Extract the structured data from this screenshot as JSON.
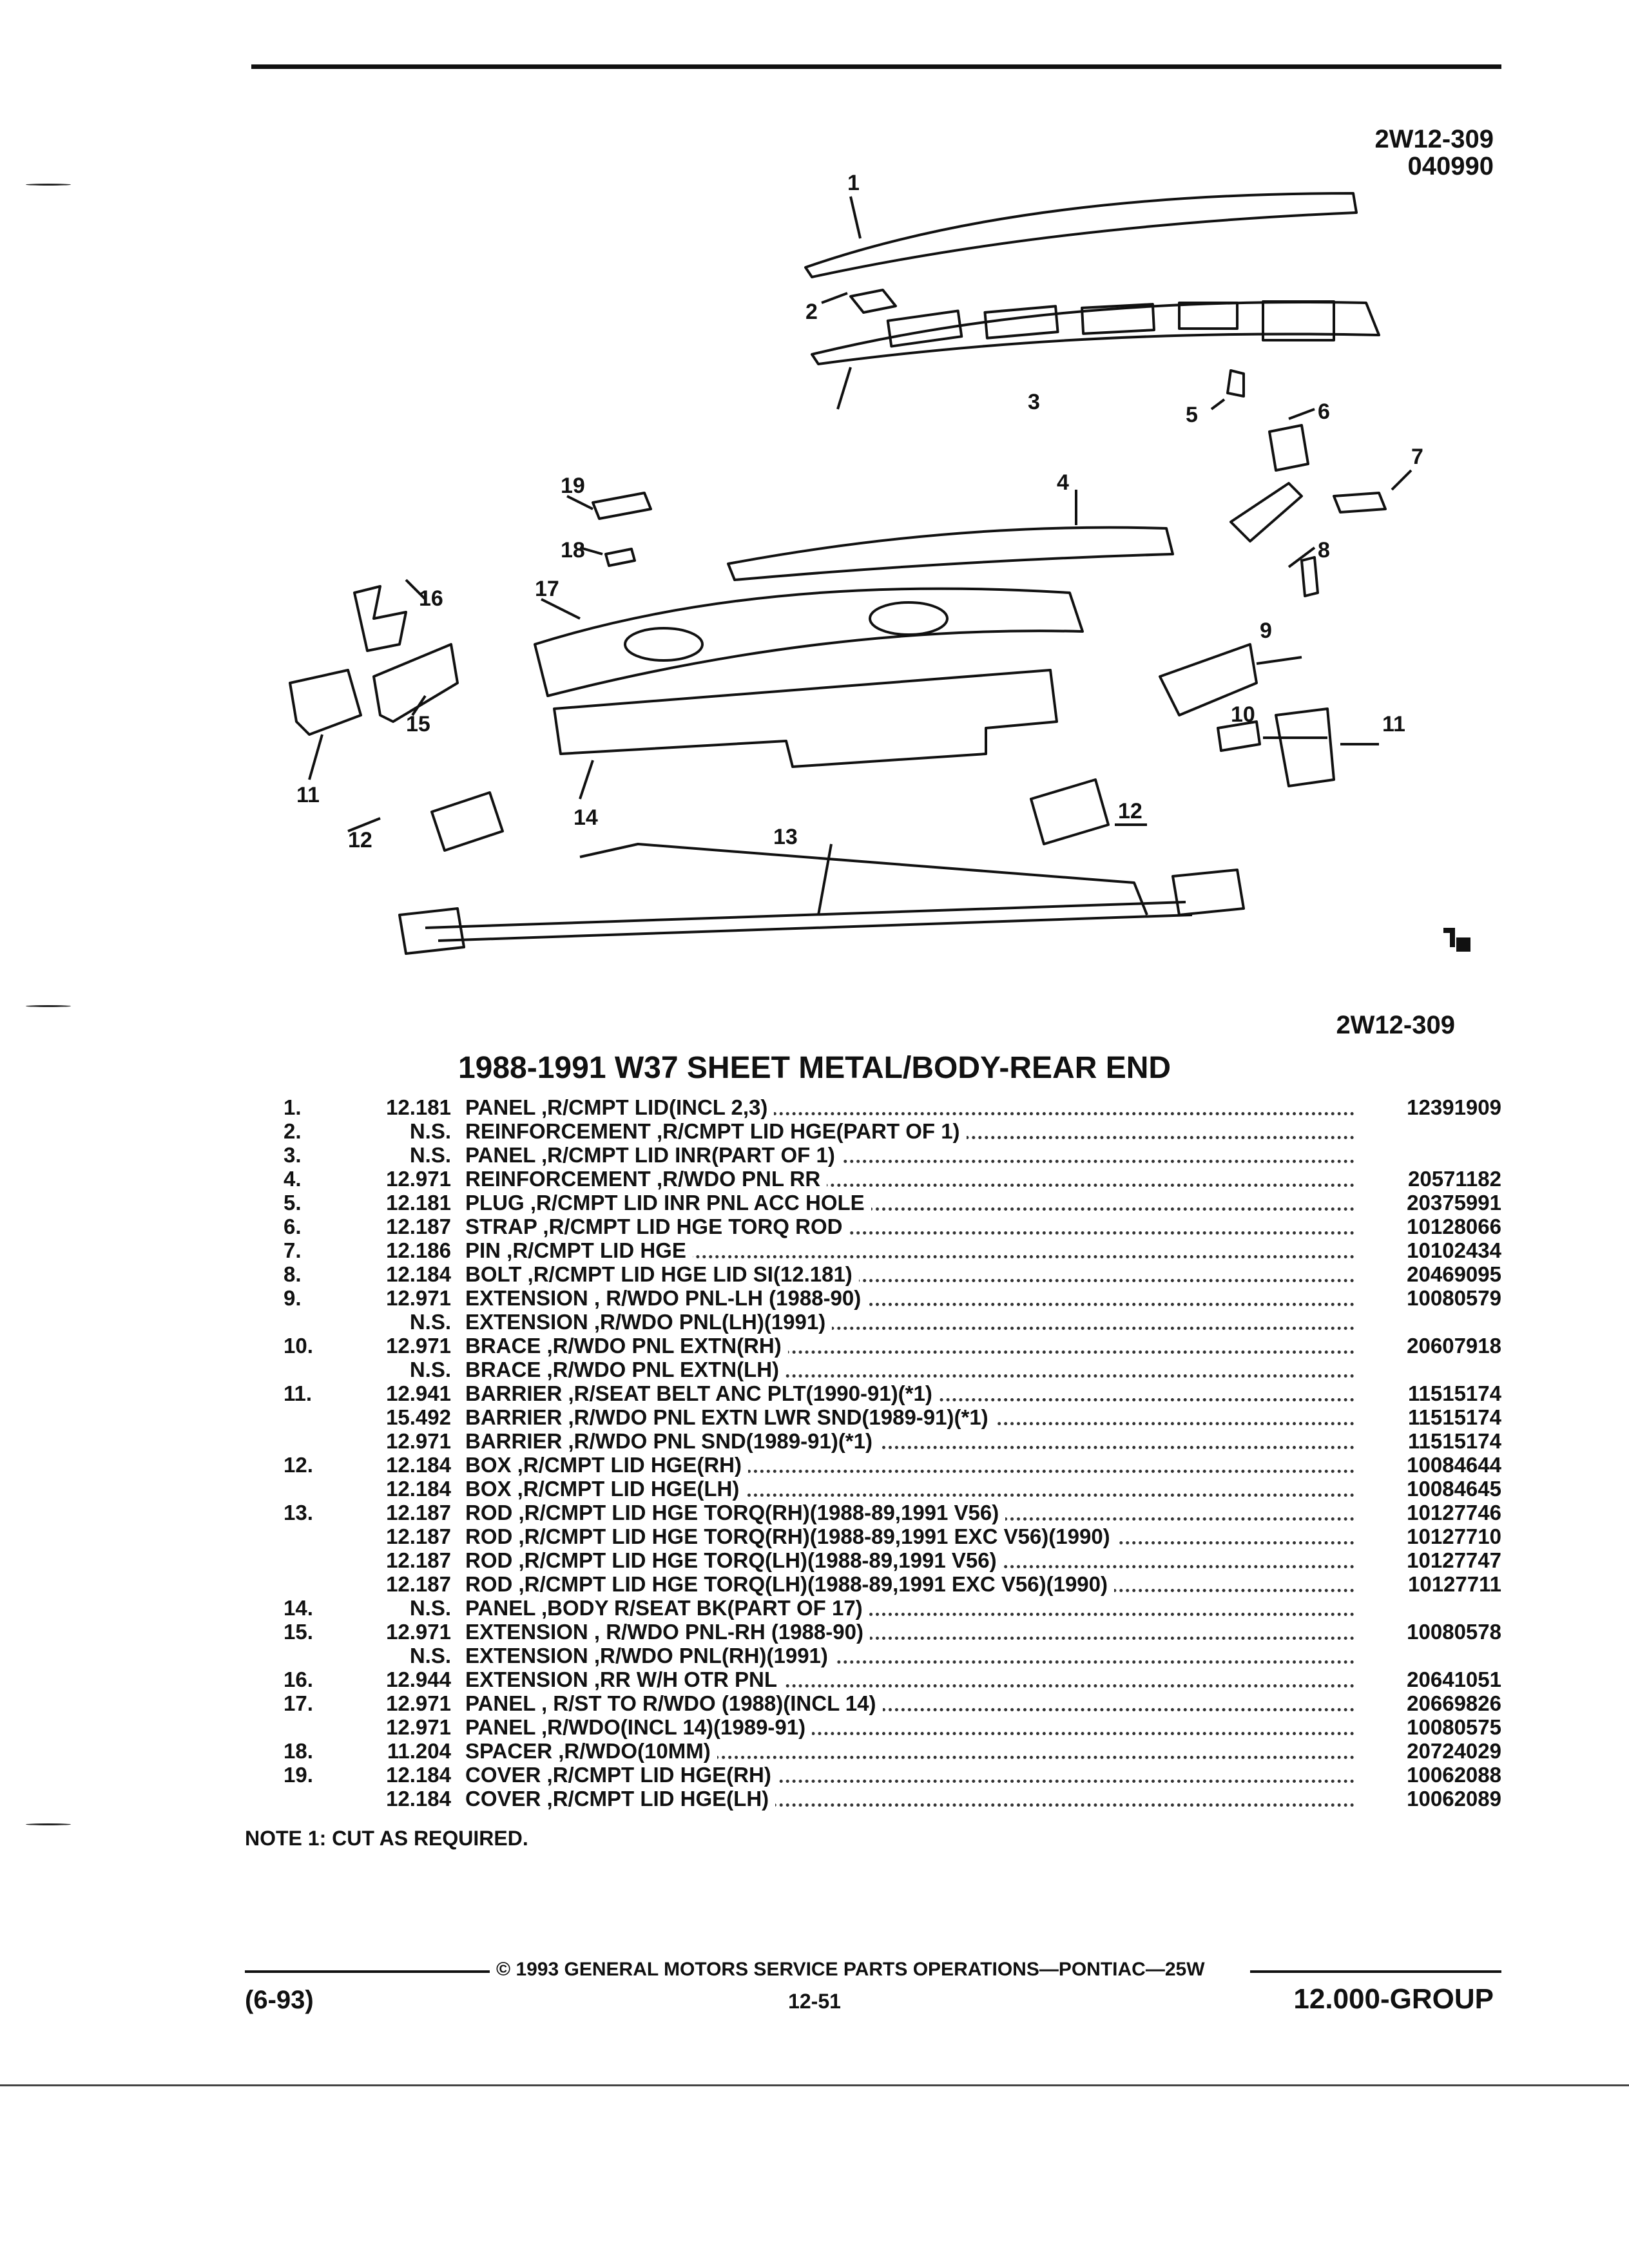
{
  "figure": {
    "code": "2W12-309",
    "date_code": "040990",
    "code_bottom": "2W12-309",
    "callouts": [
      "1",
      "2",
      "3",
      "4",
      "5",
      "6",
      "7",
      "8",
      "9",
      "10",
      "11",
      "11",
      "12",
      "12",
      "13",
      "14",
      "15",
      "16",
      "17",
      "18",
      "19"
    ]
  },
  "title": "1988-1991 W37 SHEET METAL/BODY-REAR END",
  "parts": [
    {
      "num": "1.",
      "group": "12.181",
      "desc": "PANEL ,R/CMPT LID(INCL 2,3)",
      "part_no": "12391909"
    },
    {
      "num": "2.",
      "group": "N.S.",
      "desc": "REINFORCEMENT ,R/CMPT LID HGE(PART OF 1)",
      "part_no": ""
    },
    {
      "num": "3.",
      "group": "N.S.",
      "desc": "PANEL ,R/CMPT LID INR(PART OF 1)",
      "part_no": ""
    },
    {
      "num": "4.",
      "group": "12.971",
      "desc": "REINFORCEMENT ,R/WDO PNL RR",
      "part_no": "20571182"
    },
    {
      "num": "5.",
      "group": "12.181",
      "desc": "PLUG ,R/CMPT LID INR PNL ACC HOLE",
      "part_no": "20375991"
    },
    {
      "num": "6.",
      "group": "12.187",
      "desc": "STRAP ,R/CMPT LID HGE TORQ ROD",
      "part_no": "10128066"
    },
    {
      "num": "7.",
      "group": "12.186",
      "desc": "PIN ,R/CMPT LID HGE",
      "part_no": "10102434"
    },
    {
      "num": "8.",
      "group": "12.184",
      "desc": "BOLT ,R/CMPT LID HGE LID SI(12.181)",
      "part_no": "20469095"
    },
    {
      "num": "9.",
      "group": "12.971",
      "desc": "EXTENSION , R/WDO PNL-LH (1988-90)",
      "part_no": "10080579"
    },
    {
      "num": "",
      "group": "N.S.",
      "desc": "EXTENSION ,R/WDO PNL(LH)(1991)",
      "part_no": ""
    },
    {
      "num": "10.",
      "group": "12.971",
      "desc": "BRACE ,R/WDO PNL EXTN(RH)",
      "part_no": ""
    },
    {
      "num": "",
      "group": "N.S.",
      "desc": "BRACE ,R/WDO PNL EXTN(LH)",
      "part_no": ""
    },
    {
      "num": "11.",
      "group": "12.941",
      "desc": "BARRIER ,R/SEAT BELT ANC PLT(1990-91)(*1)",
      "part_no": "11515174"
    },
    {
      "num": "",
      "group": "15.492",
      "desc": "BARRIER ,R/WDO PNL EXTN LWR SND(1989-91)(*1)",
      "part_no": "11515174"
    },
    {
      "num": "",
      "group": "12.971",
      "desc": "BARRIER ,R/WDO PNL SND(1989-91)(*1)",
      "part_no": "11515174"
    },
    {
      "num": "12.",
      "group": "12.184",
      "desc": "BOX ,R/CMPT LID HGE(RH)",
      "part_no": "10084644"
    },
    {
      "num": "",
      "group": "12.184",
      "desc": "BOX ,R/CMPT LID HGE(LH)",
      "part_no": "10084645"
    },
    {
      "num": "13.",
      "group": "12.187",
      "desc": "ROD ,R/CMPT LID HGE TORQ(RH)(1988-89,1991 V56)",
      "part_no": "10127746"
    },
    {
      "num": "",
      "group": "12.187",
      "desc": "ROD ,R/CMPT LID HGE TORQ(RH)(1988-89,1991 EXC V56)(1990)",
      "part_no": "10127710"
    },
    {
      "num": "",
      "group": "12.187",
      "desc": "ROD ,R/CMPT LID HGE TORQ(LH)(1988-89,1991 V56)",
      "part_no": "10127747"
    },
    {
      "num": "",
      "group": "12.187",
      "desc": "ROD ,R/CMPT LID HGE TORQ(LH)(1988-89,1991 EXC V56)(1990)",
      "part_no": "10127711"
    },
    {
      "num": "14.",
      "group": "N.S.",
      "desc": "PANEL ,BODY R/SEAT BK(PART OF 17)",
      "part_no": ""
    },
    {
      "num": "15.",
      "group": "12.971",
      "desc": "EXTENSION , R/WDO PNL-RH (1988-90)",
      "part_no": ""
    },
    {
      "num": "",
      "group": "N.S.",
      "desc": "EXTENSION ,R/WDO PNL(RH)(1991)",
      "part_no": ""
    },
    {
      "num": "16.",
      "group": "12.944",
      "desc": "EXTENSION ,RR W/H OTR PNL",
      "part_no": "20641051"
    },
    {
      "num": "17.",
      "group": "12.971",
      "desc": "PANEL , R/ST TO R/WDO (1988)(INCL 14)",
      "part_no": "20669826"
    },
    {
      "num": "",
      "group": "12.971",
      "desc": "PANEL ,R/WDO(INCL 14)(1989-91)",
      "part_no": "10080575"
    },
    {
      "num": "18.",
      "group": "11.204",
      "desc": "SPACER ,R/WDO(10MM)",
      "part_no": "20724029"
    },
    {
      "num": "19.",
      "group": "12.184",
      "desc": "COVER ,R/CMPT LID HGE(RH)",
      "part_no": "10062088"
    },
    {
      "num": "",
      "group": "12.184",
      "desc": "COVER ,R/CMPT LID HGE(LH)",
      "part_no": "10062089"
    }
  ],
  "shared_part_numbers": {
    "brace": "20607918",
    "extension_rh": "10080578"
  },
  "note": "NOTE  1:  CUT AS REQUIRED.",
  "footer": {
    "copyright": "© 1993 GENERAL MOTORS SERVICE PARTS OPERATIONS—PONTIAC—25W",
    "page": "12-51",
    "revision": "(6-93)",
    "group": "12.000-GROUP"
  }
}
